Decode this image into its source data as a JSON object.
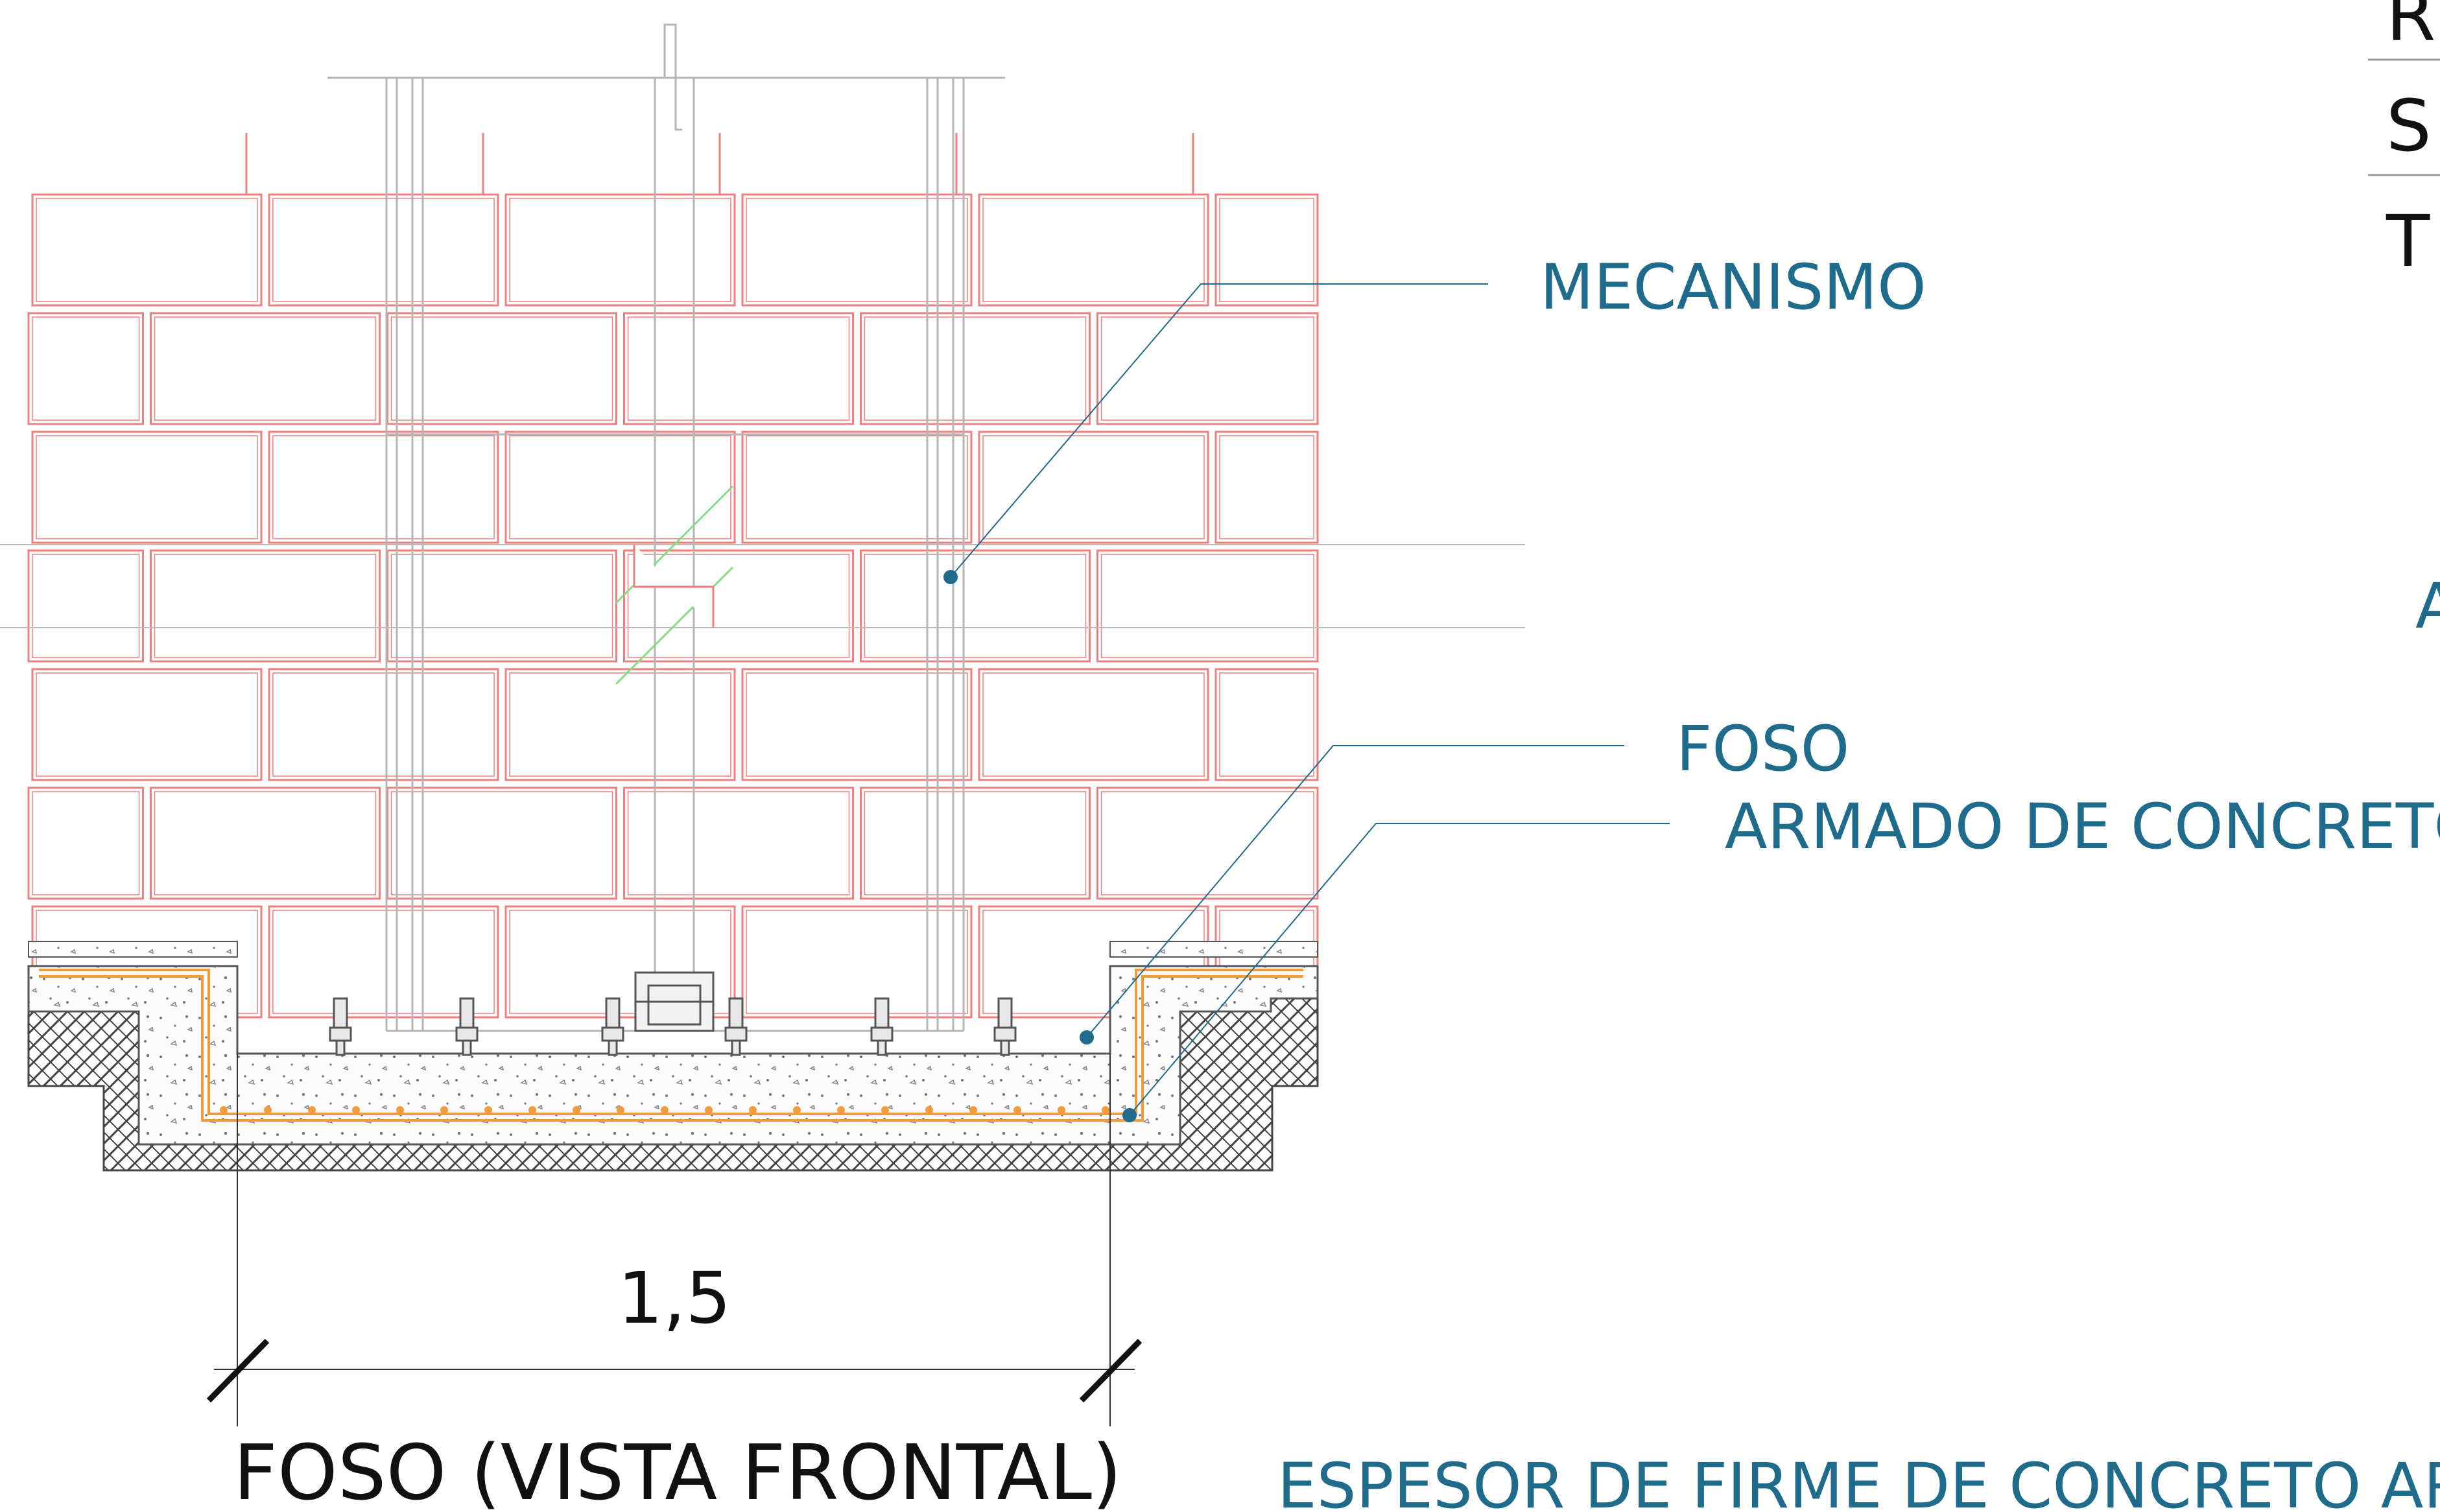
{
  "labels": {
    "mecanismo": "MECANISMO",
    "foso": "FOSO",
    "armado": "ARMADO DE CONCRETO",
    "espesor": "ESPESOR DE FIRME DE CONCRETO ARM",
    "partial_a": "A"
  },
  "dimension": {
    "value": "1,5"
  },
  "title": "FOSO (VISTA FRONTAL)",
  "side_table": {
    "rows": [
      "R",
      "S",
      "T"
    ]
  },
  "colors": {
    "brick": "#ee7f7f",
    "label": "#1e6b8c",
    "rebar": "#f39a3a",
    "section_cut": "#7fe07f",
    "line": "#555555",
    "hatch": "#444444"
  }
}
